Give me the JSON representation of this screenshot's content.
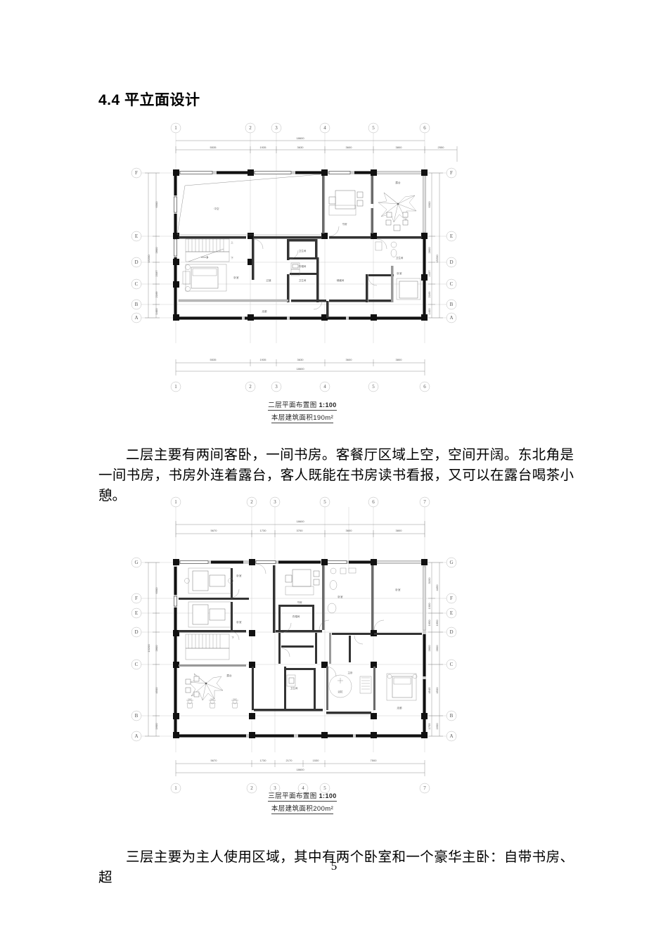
{
  "document": {
    "heading": "4.4 平立面设计",
    "page_number": "5",
    "paragraphs": [
      "二层主要有两间客卧，一间书房。客餐厅区域上空，空间开阔。东北角是一间书房，书房外连着露台，客人既能在书房读书看报，又可以在露台喝茶小憩。",
      "三层主要为主人使用区域，其中有两个卧室和一个豪华主卧：自带书房、超"
    ]
  },
  "drawings": [
    {
      "id": "floor-plan-2f",
      "caption_title": "二层平面布置图",
      "caption_scale": "1:100",
      "caption_area": "本层建筑面积190m²",
      "grid_columns": [
        "1",
        "2",
        "3",
        "4",
        "5",
        "6"
      ],
      "grid_rows": [
        "A",
        "B",
        "C",
        "D",
        "E",
        "F"
      ],
      "dim_top_total": "18600",
      "dim_top_segments": [
        "5535",
        "1935",
        "3630",
        "3600",
        "3800",
        "2550"
      ],
      "dim_bottom_total": "18600",
      "dim_bottom_segments": [
        "5535",
        "1935",
        "3630",
        "3600",
        "3800"
      ],
      "dim_side_total": "15200",
      "dim_side_segments": [
        "6300",
        "2800",
        "2337",
        "2169",
        "1400"
      ],
      "room_labels": [
        "书房",
        "露台",
        "卧室",
        "卫生间",
        "衣帽间",
        "储藏",
        "走廊"
      ]
    },
    {
      "id": "floor-plan-3f",
      "caption_title": "三层平面布置图",
      "caption_scale": "1:100",
      "caption_area": "本层建筑面积200m²",
      "grid_columns": [
        "1",
        "2",
        "3",
        "5",
        "6",
        "7"
      ],
      "grid_rows": [
        "A",
        "B",
        "C",
        "D",
        "E",
        "F",
        "G"
      ],
      "dim_top_total": "18600",
      "dim_top_segments": [
        "5670",
        "1730",
        "3700",
        "3600",
        "3800"
      ],
      "dim_bottom_total": "18600",
      "dim_bottom_segments": [
        "5670",
        "1730",
        "2170",
        "1530",
        "7500"
      ],
      "dim_side_right_total": "15200",
      "dim_side_right_segments": [
        "3150",
        "1300",
        "1650",
        "2800",
        "4545",
        "1755"
      ],
      "dim_side_right_inner": [
        "4450",
        "1650",
        "2800",
        "4500",
        "1600"
      ],
      "dim_side_left_segments": [
        "6300",
        "2800",
        "4500",
        "1600"
      ],
      "dim_side_left_total": "15200",
      "room_labels": [
        "卧室",
        "书房",
        "衣帽间",
        "卫生间",
        "露台",
        "主卧",
        "走廊"
      ]
    }
  ]
}
